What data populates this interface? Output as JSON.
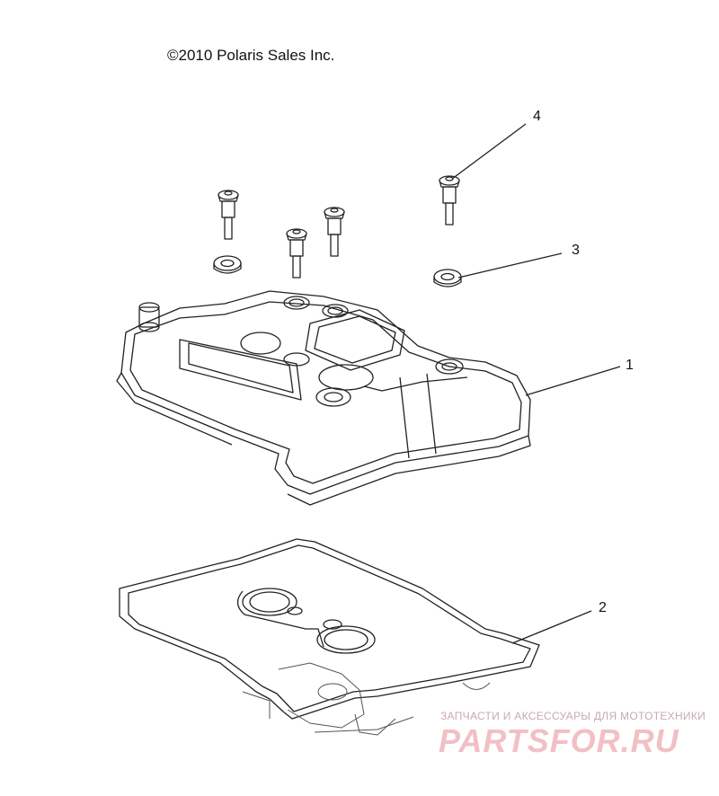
{
  "copyright": "©2010 Polaris Sales Inc.",
  "callouts": [
    {
      "id": "valve-cover",
      "label": "1"
    },
    {
      "id": "gasket",
      "label": "2"
    },
    {
      "id": "grommet",
      "label": "3"
    },
    {
      "id": "bolt",
      "label": "4"
    }
  ],
  "watermark": {
    "subtitle": "ЗАПЧАСТИ И АКСЕССУАРЫ ДЛЯ МОТОТЕХНИКИ",
    "logo": "PARTSFOR.RU",
    "color": "#f2c0c4"
  },
  "colors": {
    "line": "#222222",
    "background": "#ffffff"
  }
}
